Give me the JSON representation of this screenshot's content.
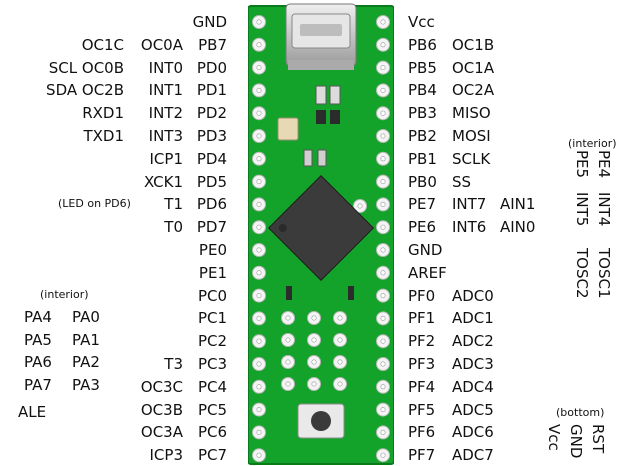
{
  "left_pins": [
    {
      "name": "GND",
      "alt2": "",
      "alt1": ""
    },
    {
      "name": "PB7",
      "alt2": "OC1C",
      "alt1": "OC0A"
    },
    {
      "name": "PD0",
      "alt2": "SCL OC0B",
      "alt1": "INT0"
    },
    {
      "name": "PD1",
      "alt2": "SDA OC2B",
      "alt1": "INT1"
    },
    {
      "name": "PD2",
      "alt2": "RXD1",
      "alt1": "INT2"
    },
    {
      "name": "PD3",
      "alt2": "TXD1",
      "alt1": "INT3"
    },
    {
      "name": "PD4",
      "alt2": "",
      "alt1": "ICP1"
    },
    {
      "name": "PD5",
      "alt2": "",
      "alt1": "XCK1"
    },
    {
      "name": "PD6",
      "alt2": "",
      "alt1": "T1"
    },
    {
      "name": "PD7",
      "alt2": "",
      "alt1": "T0"
    },
    {
      "name": "PE0",
      "alt2": "",
      "alt1": ""
    },
    {
      "name": "PE1",
      "alt2": "",
      "alt1": ""
    },
    {
      "name": "PC0",
      "alt2": "",
      "alt1": ""
    },
    {
      "name": "PC1",
      "alt2": "",
      "alt1": ""
    },
    {
      "name": "PC2",
      "alt2": "",
      "alt1": ""
    },
    {
      "name": "PC3",
      "alt2": "",
      "alt1": "T3"
    },
    {
      "name": "PC4",
      "alt2": "",
      "alt1": "OC3C"
    },
    {
      "name": "PC5",
      "alt2": "",
      "alt1": "OC3B"
    },
    {
      "name": "PC6",
      "alt2": "",
      "alt1": "OC3A"
    },
    {
      "name": "PC7",
      "alt2": "",
      "alt1": "ICP3"
    }
  ],
  "right_pins": [
    {
      "name": "Vcc",
      "alt1": "",
      "alt2": ""
    },
    {
      "name": "PB6",
      "alt1": "OC1B",
      "alt2": ""
    },
    {
      "name": "PB5",
      "alt1": "OC1A",
      "alt2": ""
    },
    {
      "name": "PB4",
      "alt1": "OC2A",
      "alt2": ""
    },
    {
      "name": "PB3",
      "alt1": "MISO",
      "alt2": ""
    },
    {
      "name": "PB2",
      "alt1": "MOSI",
      "alt2": ""
    },
    {
      "name": "PB1",
      "alt1": "SCLK",
      "alt2": ""
    },
    {
      "name": "PB0",
      "alt1": "SS",
      "alt2": ""
    },
    {
      "name": "PE7",
      "alt1": "INT7",
      "alt2": "AIN1"
    },
    {
      "name": "PE6",
      "alt1": "INT6",
      "alt2": "AIN0"
    },
    {
      "name": "GND",
      "alt1": "",
      "alt2": ""
    },
    {
      "name": "AREF",
      "alt1": "",
      "alt2": ""
    },
    {
      "name": "PF0",
      "alt1": "ADC0",
      "alt2": ""
    },
    {
      "name": "PF1",
      "alt1": "ADC1",
      "alt2": ""
    },
    {
      "name": "PF2",
      "alt1": "ADC2",
      "alt2": ""
    },
    {
      "name": "PF3",
      "alt1": "ADC3",
      "alt2": ""
    },
    {
      "name": "PF4",
      "alt1": "ADC4",
      "alt2": ""
    },
    {
      "name": "PF5",
      "alt1": "ADC5",
      "alt2": ""
    },
    {
      "name": "PF6",
      "alt1": "ADC6",
      "alt2": ""
    },
    {
      "name": "PF7",
      "alt1": "ADC7",
      "alt2": ""
    }
  ],
  "led_note": "(LED on PD6)",
  "interior_left": {
    "heading": "(interior)",
    "rows": [
      [
        "PA4",
        "PA0"
      ],
      [
        "PA5",
        "PA1"
      ],
      [
        "PA6",
        "PA2"
      ],
      [
        "PA7",
        "PA3"
      ]
    ],
    "ale": "ALE"
  },
  "interior_right": {
    "heading": "(interior)",
    "columns": [
      [
        "PE4",
        "INT4",
        "TOSC1"
      ],
      [
        "PE5",
        "INT5",
        "TOSC2"
      ]
    ]
  },
  "bottom_header": {
    "heading": "(bottom)",
    "columns": [
      "RST",
      "GND",
      "Vcc"
    ]
  },
  "colors": {
    "pcb": "#14a32a",
    "pcb_dark": "#0b7a1c",
    "pad": "#f4f4f4",
    "silk": "#ffffff",
    "chip": "#3b3b3b",
    "usb": "#c9c9c9"
  }
}
